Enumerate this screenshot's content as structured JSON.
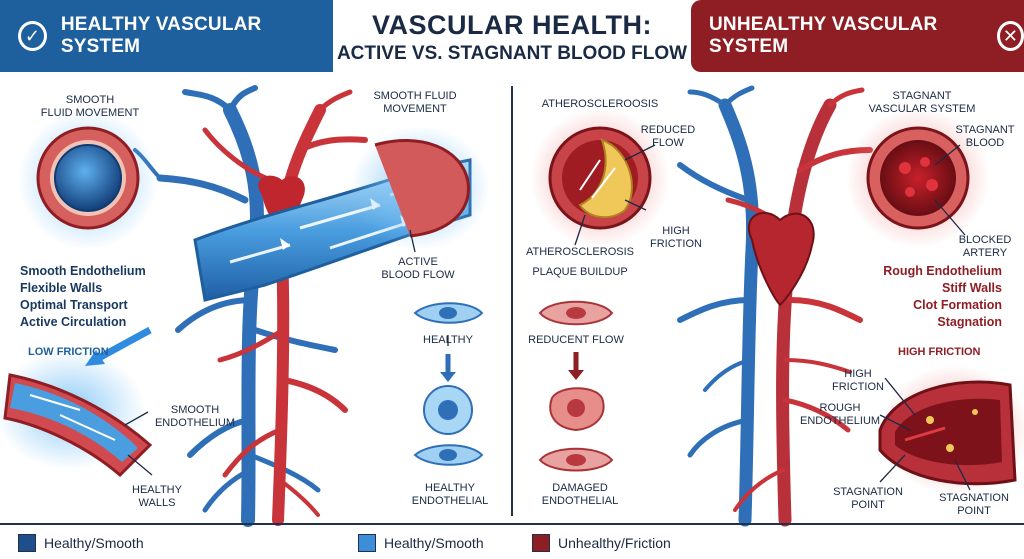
{
  "header": {
    "left_label": "HEALTHY VASCULAR SYSTEM",
    "left_icon": "check-icon",
    "title_line1": "VASCULAR HEALTH:",
    "title_line2": "ACTIVE VS. STAGNANT BLOOD FLOW",
    "right_label": "UNHEALTHY VASCULAR SYSTEM",
    "right_icon": "x-icon"
  },
  "healthy": {
    "smooth_fluid_left": "SMOOTH\nFLUID MOVEMENT",
    "smooth_fluid_right": "SMOOTH FLUID\nMOVEMENT",
    "active_blood_flow": "ACTIVE\nBLOOD FLOW",
    "features": [
      "Smooth Endothelium",
      "Flexible Walls",
      "Optimal Transport",
      "Active Circulation"
    ],
    "low_friction": "LOW FRICTION",
    "smooth_endothelium": "SMOOTH\nENDOTHELIUM",
    "healthy_walls": "HEALTHY\nWALLS",
    "healthy_cell": "HEALTHY",
    "healthy_endothelial": "HEALTHY\nENDOTHELIAL"
  },
  "unhealthy": {
    "atherosclerosis_top": "ATHEROSCLEROOSIS",
    "reduced_flow": "REDUCED\nFLOW",
    "high_friction_small": "HIGH\nFRICTION",
    "atherosclerosis": "ATHEROSCLEROSIS",
    "plaque_buildup": "PLAQUE BUILDUP",
    "stagnant_system": "STAGNANT\nVASCULAR SYSTEM",
    "stagnant_blood": "STAGNANT\nBLOOD",
    "blocked_artery": "BLOCKED\nARTERY",
    "features": [
      "Rough Endothelium",
      "Stiff Walls",
      "Clot Formation",
      "Stagnation"
    ],
    "reducent_flow": "REDUCENT FLOW",
    "damaged_endothelial": "DAMAGED\nENDOTHELIAL",
    "high_friction_tag": "HIGH FRICTION",
    "high_friction_label": "HIGH\nFRICTION",
    "rough_endothelium": "ROUGH\nENDOTHELIUM",
    "stagnation_point_1": "STAGNATION\nPOINT",
    "stagnation_point_2": "STAGNATION\nPOINT"
  },
  "legend": [
    {
      "label": "Healthy/Smooth",
      "color": "#1e4f8a"
    },
    {
      "label": "Healthy/Smooth",
      "color": "#3d8ed8"
    },
    {
      "label": "Unhealthy/Friction",
      "color": "#8f1e24"
    }
  ],
  "colors": {
    "healthy_blue": "#1e5f9e",
    "unhealthy_red": "#8f1e24",
    "vein_blue": "#2e6fb8",
    "artery_red": "#c8343a"
  }
}
